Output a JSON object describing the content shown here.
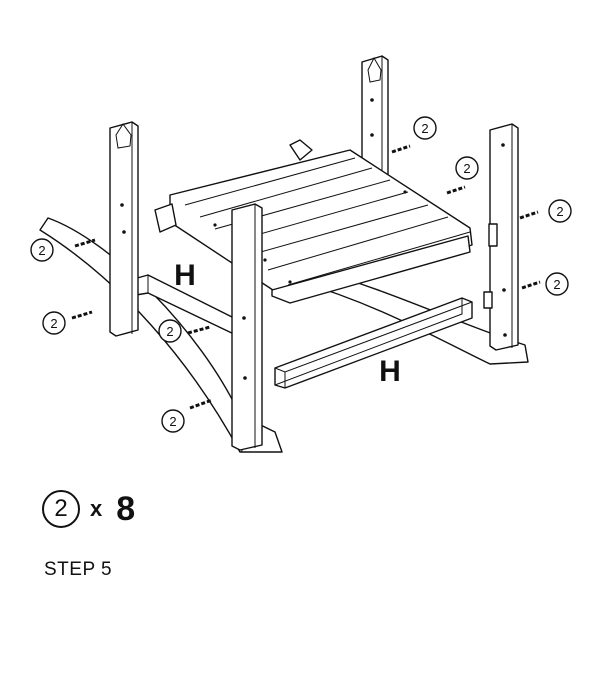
{
  "callout": {
    "screw_id": "2"
  },
  "labels": {
    "part_h": "H"
  },
  "quantity": {
    "item": "2",
    "multiplier": "x",
    "count": "8"
  },
  "step_title": "STEP 5"
}
